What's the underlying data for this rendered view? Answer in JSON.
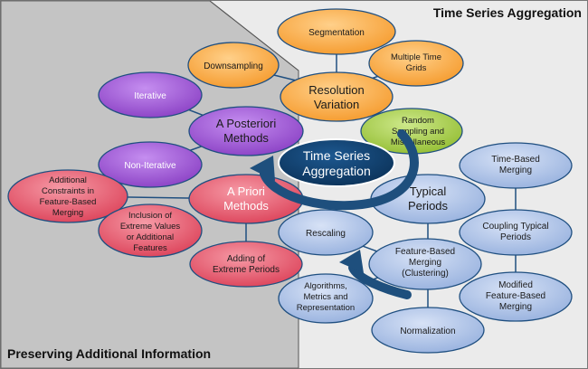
{
  "regions": {
    "top_right_title": "Time Series Aggregation",
    "bottom_left_title": "Preserving Additional Information"
  },
  "center": {
    "lines": [
      "Time Series",
      "Aggregation"
    ]
  },
  "colors": {
    "orange": "#f9a945",
    "purple": "#9a52cf",
    "red": "#e35b6e",
    "green": "#a3c944",
    "blue": "#a9bfe6",
    "center": "#0d3b66",
    "arrow": "#1e4f7d",
    "connector": "#1f4f80",
    "gray_panel": "#c4c4c4",
    "light_panel": "#ebebeb"
  },
  "nodes": {
    "segmentation": [
      "Segmentation"
    ],
    "downsampling": [
      "Downsampling"
    ],
    "multiple_time_grids": [
      "Multiple Time",
      "Grids"
    ],
    "resolution_variation": [
      "Resolution",
      "Variation"
    ],
    "random_sampling": [
      "Random",
      "Sampling and",
      "Miscellaneous"
    ],
    "iterative": [
      "Iterative"
    ],
    "a_posteriori": [
      "A Posteriori",
      "Methods"
    ],
    "non_iterative": [
      "Non-Iterative"
    ],
    "additional_constraints": [
      "Additional",
      "Constraints in",
      "Feature-Based",
      "Merging"
    ],
    "a_priori": [
      "A Priori",
      "Methods"
    ],
    "inclusion_extreme": [
      "Inclusion of",
      "Extreme Values",
      "or Additional",
      "Features"
    ],
    "adding_extreme_periods": [
      "Adding of",
      "Extreme Periods"
    ],
    "time_based_merging": [
      "Time-Based",
      "Merging"
    ],
    "typical_periods": [
      "Typical",
      "Periods"
    ],
    "coupling_typical_periods": [
      "Coupling Typical",
      "Periods"
    ],
    "rescaling": [
      "Rescaling"
    ],
    "feature_based_merging": [
      "Feature-Based",
      "Merging",
      "(Clustering)"
    ],
    "modified_feature_based": [
      "Modified",
      "Feature-Based",
      "Merging"
    ],
    "algorithms_metrics": [
      "Algorithms,",
      "Metrics and",
      "Representation"
    ],
    "normalization": [
      "Normalization"
    ]
  }
}
